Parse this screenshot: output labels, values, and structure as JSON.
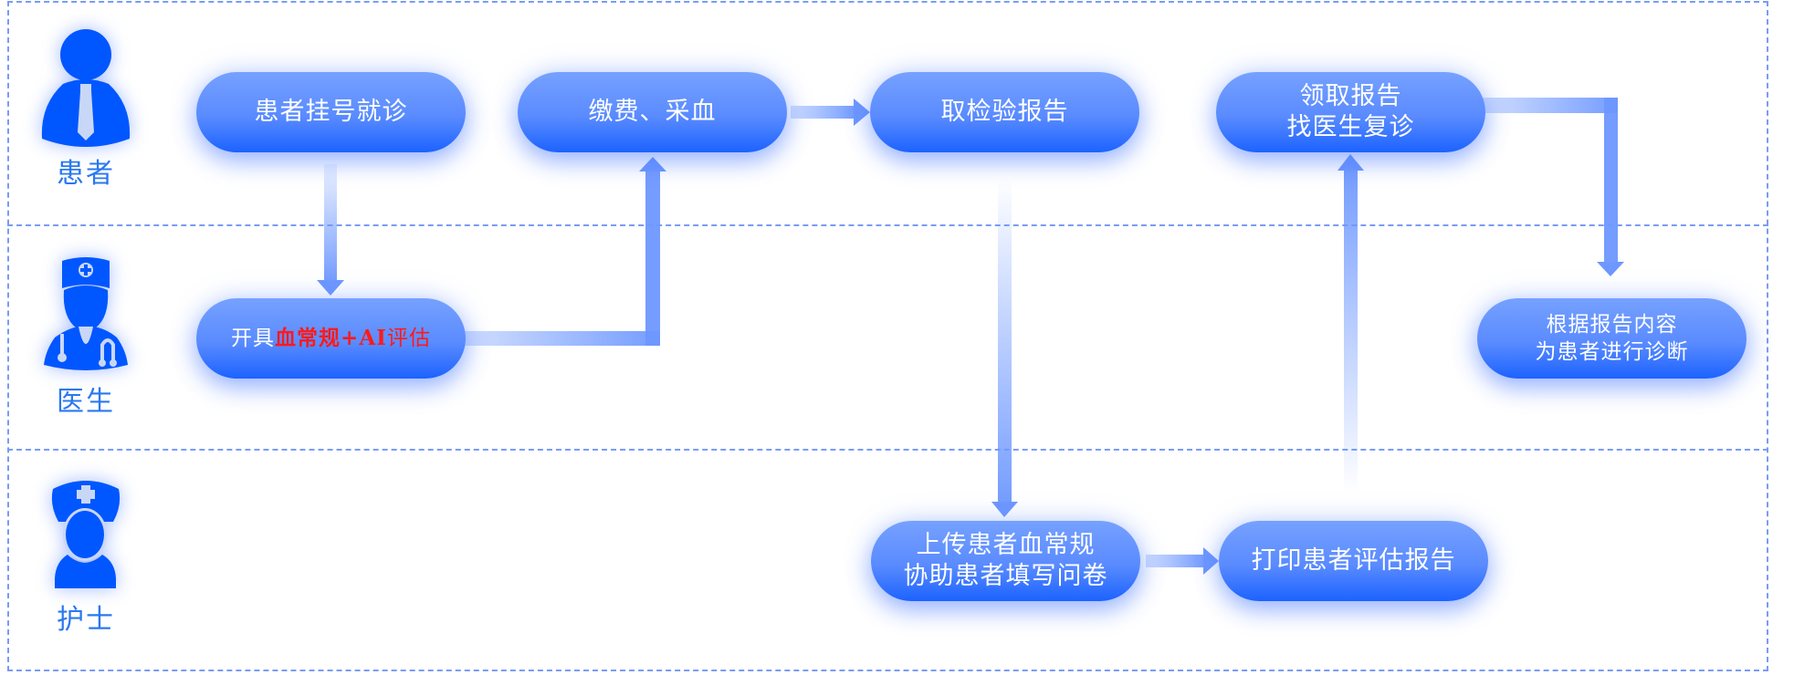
{
  "colors": {
    "icon": "#0057FF",
    "label": "#2A78F0",
    "node_top": "#76A1FF",
    "node_bottom": "#1C63FF",
    "arrow": "#6E98FF",
    "highlight": "#FF1A1A",
    "divider": "#7A9CF2"
  },
  "lanes": [
    {
      "label": "患者",
      "icon": "patient-icon"
    },
    {
      "label": "医生",
      "icon": "doctor-icon"
    },
    {
      "label": "护士",
      "icon": "nurse-icon"
    }
  ],
  "nodes": {
    "register": {
      "lines": [
        "患者挂号就诊"
      ]
    },
    "pay": {
      "lines": [
        "缴费、采血"
      ]
    },
    "get_report": {
      "lines": [
        "取检验报告"
      ]
    },
    "review": {
      "lines": [
        "领取报告",
        "找医生复诊"
      ]
    },
    "order": {
      "prefix": "开具",
      "highlight": "血常规+AI",
      "suffix": "评估"
    },
    "diagnose": {
      "lines": [
        "根据报告内容",
        "为患者进行诊断"
      ]
    },
    "upload": {
      "lines": [
        "上传患者血常规",
        "协助患者填写问卷"
      ]
    },
    "print": {
      "lines": [
        "打印患者评估报告"
      ]
    }
  },
  "edges": [
    {
      "from": "register",
      "to": "order"
    },
    {
      "from": "order",
      "to": "pay"
    },
    {
      "from": "pay",
      "to": "get_report"
    },
    {
      "from": "get_report",
      "to": "upload"
    },
    {
      "from": "upload",
      "to": "print"
    },
    {
      "from": "print",
      "to": "review"
    },
    {
      "from": "review",
      "to": "diagnose"
    }
  ]
}
